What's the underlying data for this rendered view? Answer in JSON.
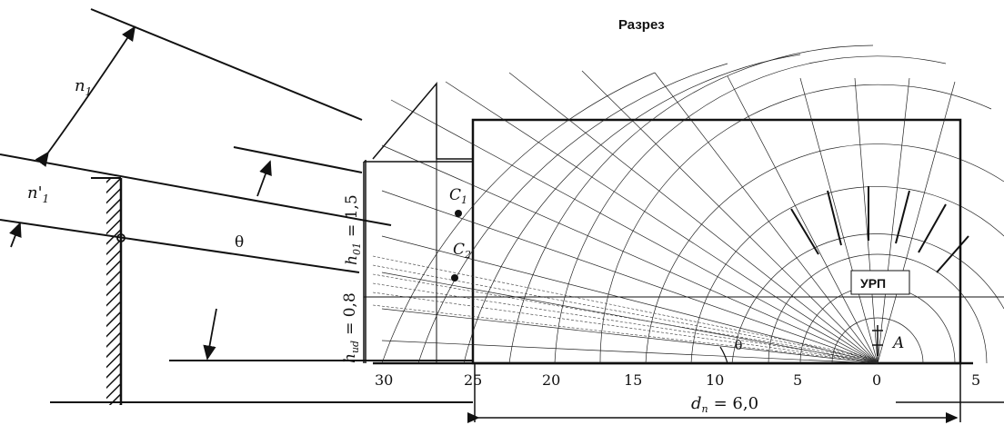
{
  "title": "Разрез",
  "labels": {
    "n1": "n",
    "n1_sub": "1",
    "n1p": "n'",
    "n1p_sub": "1",
    "theta_big": "θ",
    "theta_small": "θ",
    "c1": "C",
    "c1_sub": "1",
    "c2": "C",
    "c2_sub": "2",
    "urp": "УРП",
    "a": "A",
    "h01": "h",
    "h01_sub": "01",
    "h01_val": "= 1,5",
    "hud": "h",
    "hud_sub": "ud",
    "hud_val": "= 0,8",
    "dn": "d",
    "dn_sub": "п",
    "dn_val": "= 6,0"
  },
  "scale_ticks": [
    "30",
    "25",
    "20",
    "15",
    "10",
    "5",
    "0",
    "5"
  ]
}
